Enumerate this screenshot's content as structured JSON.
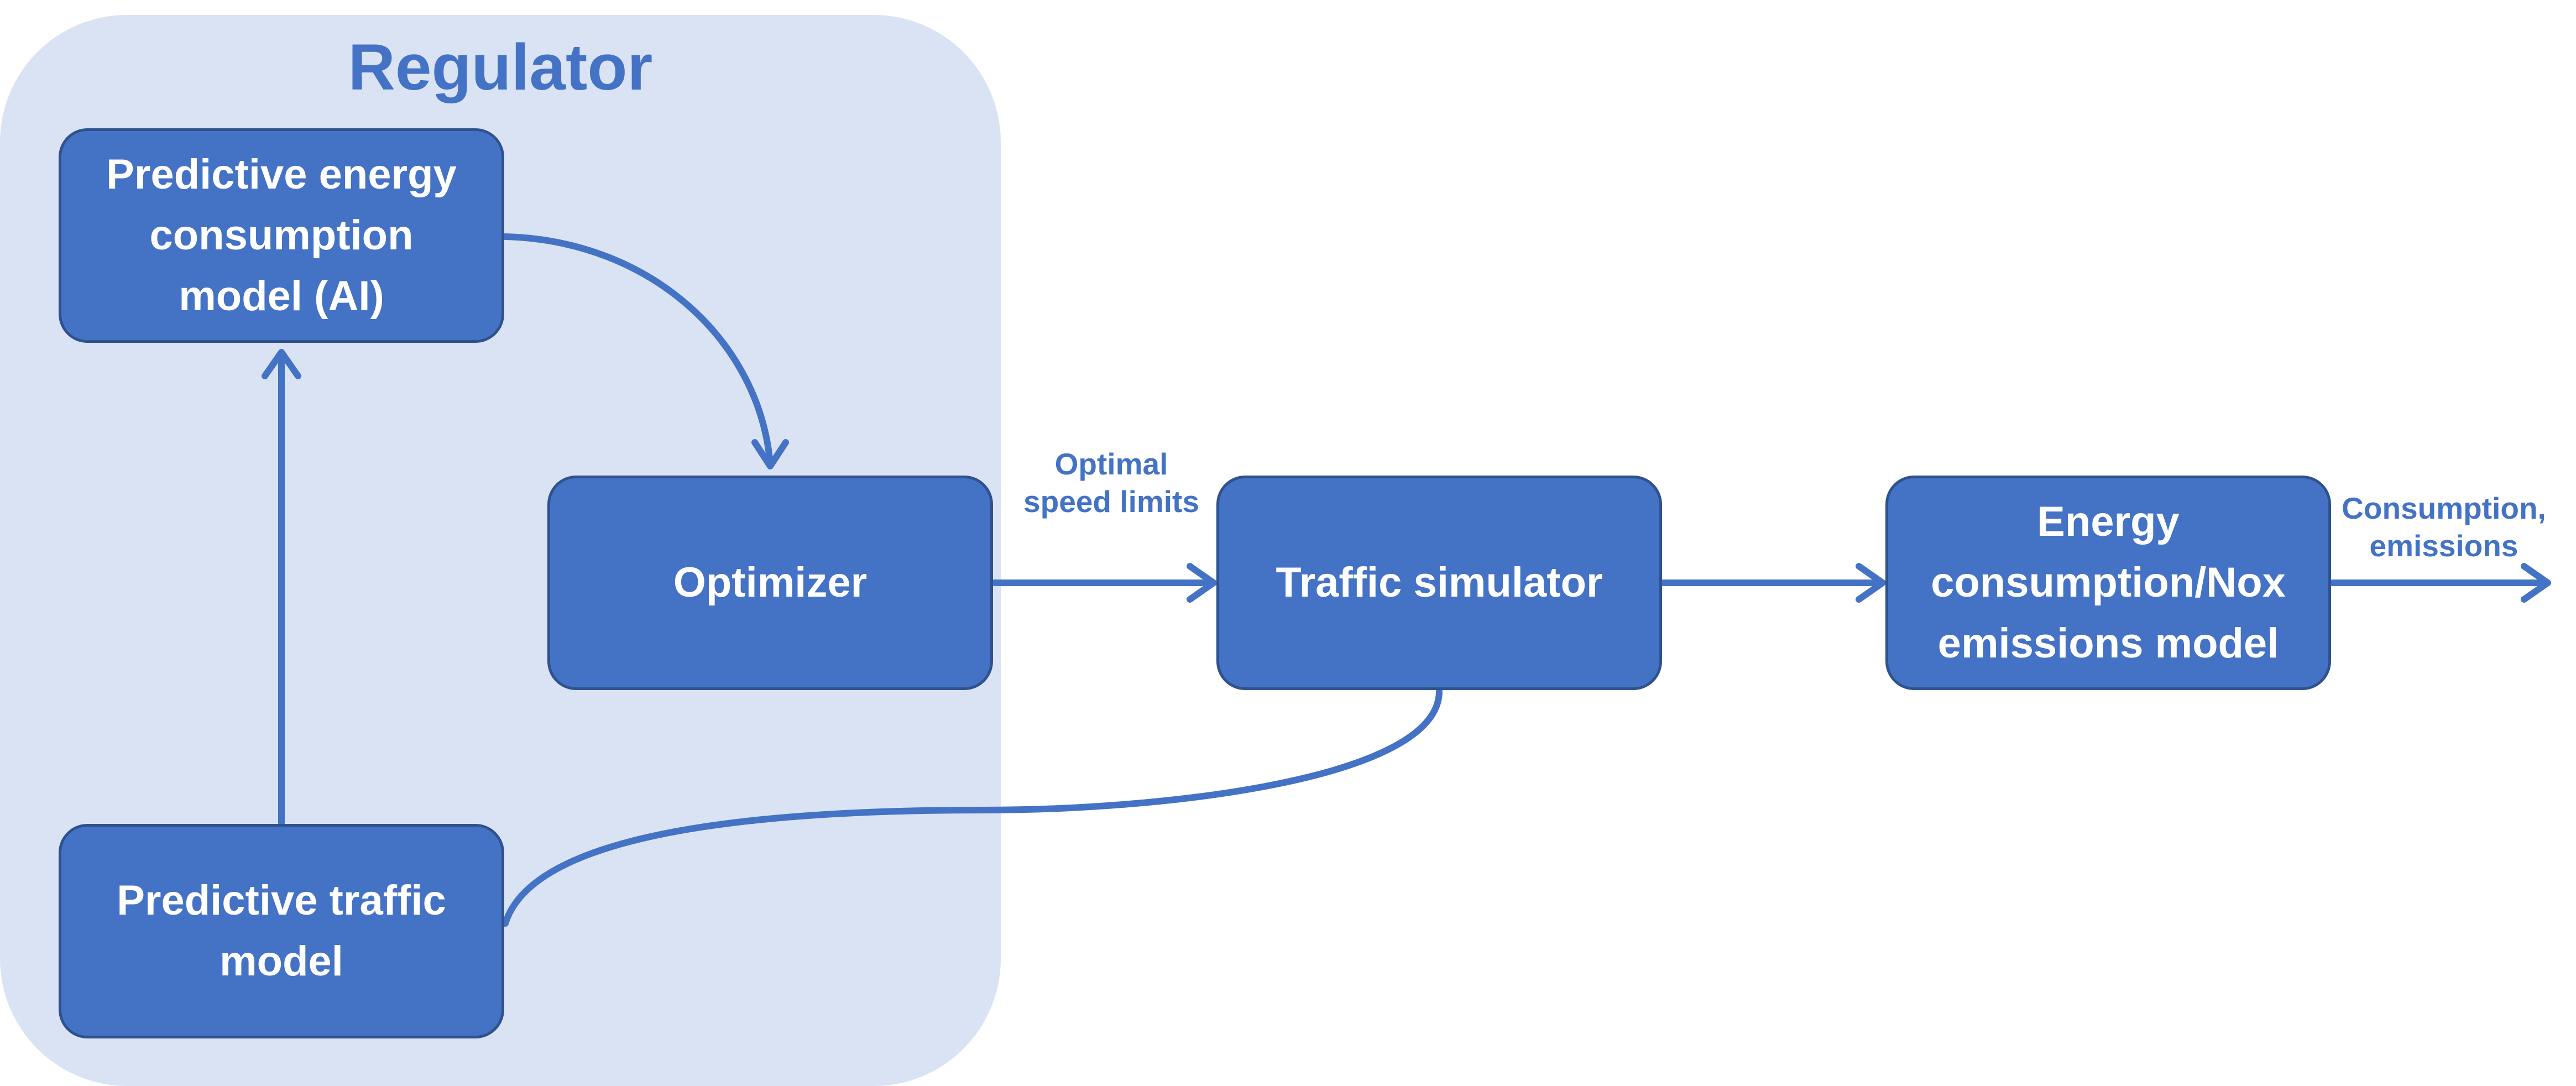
{
  "region": {
    "title": "Regulator"
  },
  "nodes": {
    "predictive_energy": "Predictive energy\nconsumption\nmodel (AI)",
    "optimizer": "Optimizer",
    "traffic_simulator": "Traffic simulator",
    "emissions_model": "Energy\nconsumption/Nox\nemissions model",
    "predictive_traffic": "Predictive traffic\nmodel"
  },
  "edge_labels": {
    "optimal_speed": "Optimal\nspeed limits",
    "consumption": "Consumption,\nemissions"
  },
  "colors": {
    "region_fill": "#dae3f3",
    "node_fill": "#4472c4",
    "node_border": "#2f528f",
    "edge": "#4472c4",
    "label_text": "#4472c4"
  }
}
